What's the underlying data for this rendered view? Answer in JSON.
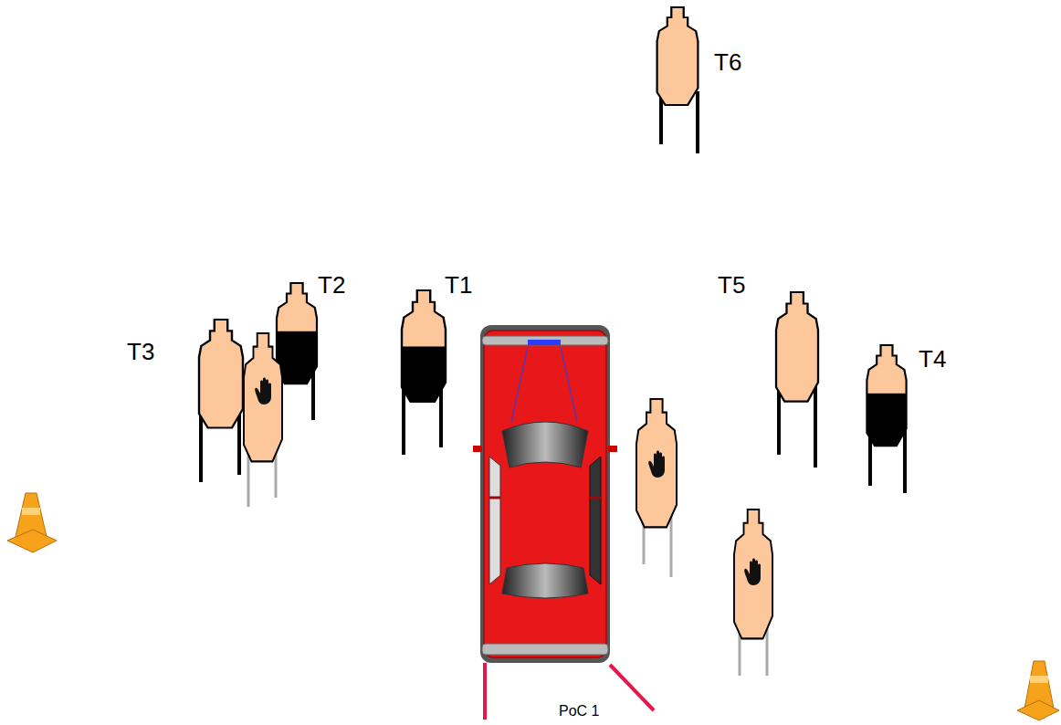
{
  "diagram": {
    "labels": [
      "T6",
      "T2",
      "T1",
      "T5",
      "T3",
      "T4",
      "PoC 1"
    ]
  }
}
